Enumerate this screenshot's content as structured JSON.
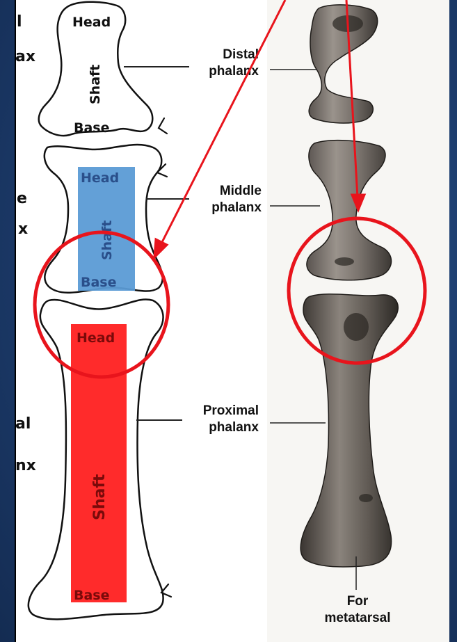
{
  "sketch": {
    "distal_labels": {
      "head": "Head",
      "shaft": "Shaft",
      "base": "Base"
    },
    "middle_labels": {
      "head": "Head",
      "shaft": "Shaft",
      "base": "Base"
    },
    "proximal_labels": {
      "head": "Head",
      "shaft": "Shaft",
      "base": "Base"
    },
    "edge_fragments": [
      "l",
      "ax",
      "e",
      "x",
      "al",
      "nx"
    ],
    "highlight_colors": {
      "middle_shaft": "#5b9bd5",
      "proximal_shaft": "#ff2020"
    }
  },
  "photo": {
    "labels": {
      "distal_line1": "Distal",
      "distal_line2": "phalanx",
      "middle_line1": "Middle",
      "middle_line2": "phalanx",
      "proximal_line1": "Proximal",
      "proximal_line2": "phalanx",
      "metatarsal_line1": "For",
      "metatarsal_line2": "metatarsal"
    }
  },
  "annotation": {
    "joint_circle_color": "#e8141c",
    "arrow_color": "#e8141c"
  },
  "background": {
    "slide_color": "#1e3d6e"
  }
}
